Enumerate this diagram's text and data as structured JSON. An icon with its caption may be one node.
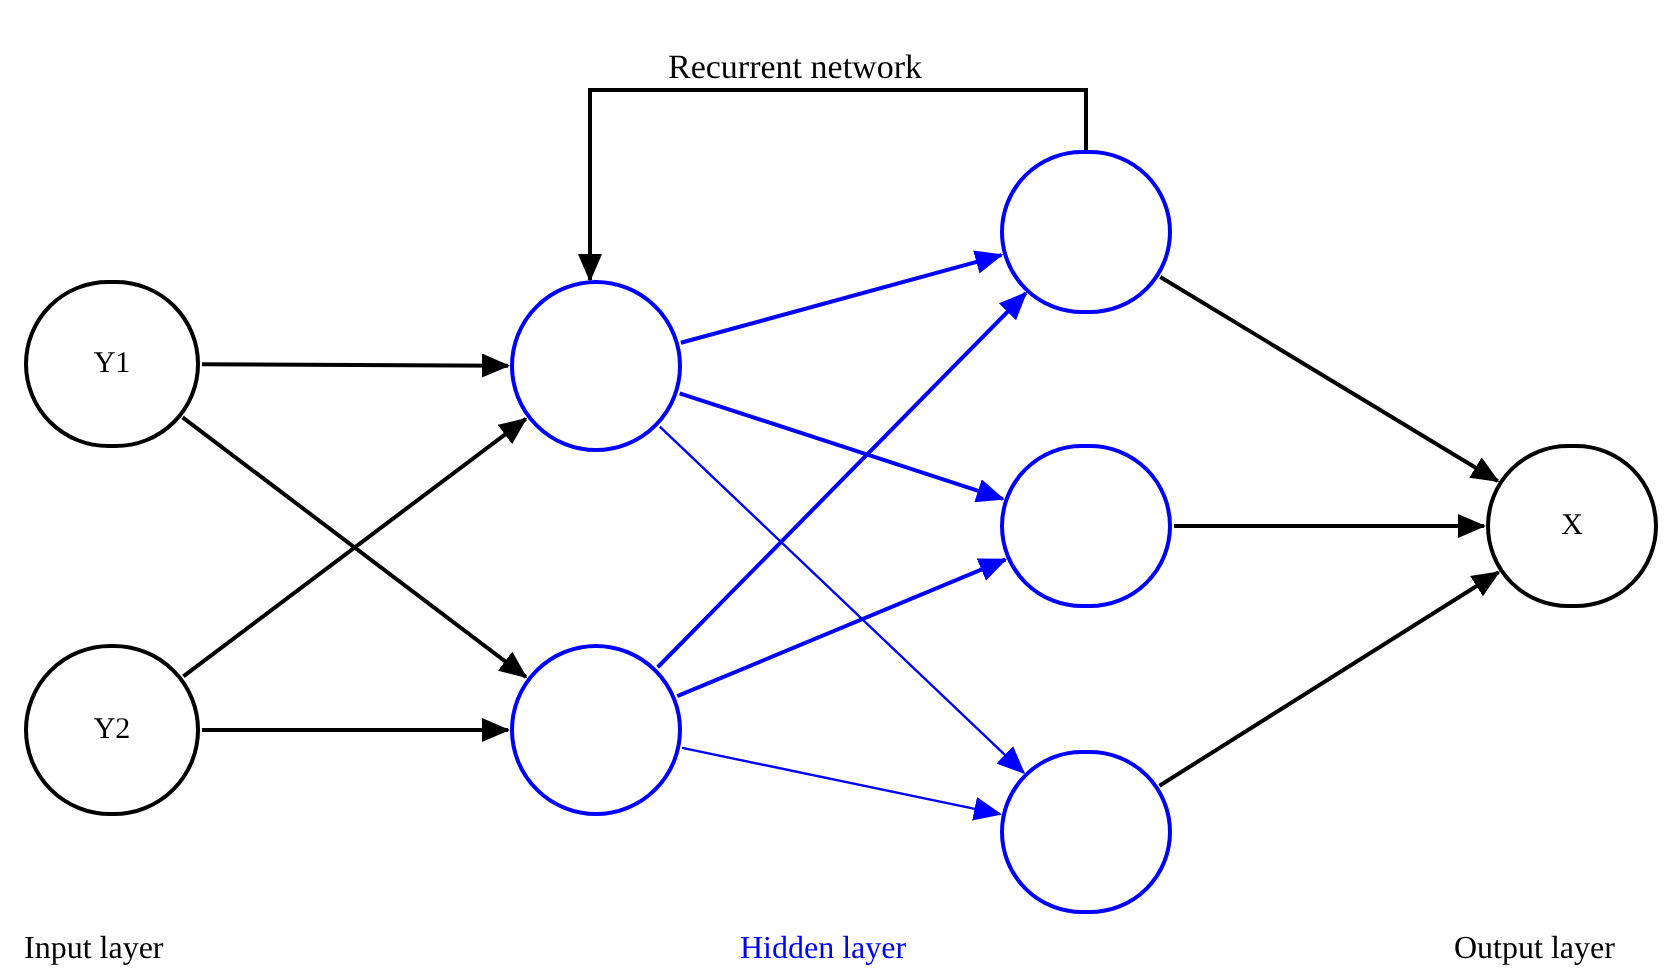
{
  "diagram": {
    "nodes": [
      {
        "text": [
          "Y1"
        ]
      },
      {
        "text": [
          "Y2"
        ]
      },
      {
        "text": [],
        "shape": "circle"
      },
      {
        "text": [],
        "shape": "circle"
      },
      {
        "text": [],
        "shape": "circle"
      },
      {
        "text": [],
        "shape": "circle"
      },
      {
        "text": [],
        "shape": "circle"
      },
      {
        "text": [
          "X"
        ]
      }
    ],
    "edges": [
      {
        "from": 0,
        "to": 2,
        "arrow": "to"
      },
      {
        "from": 0,
        "to": 3,
        "arrow": "to"
      },
      {
        "from": 1,
        "to": 2,
        "arrow": "to"
      },
      {
        "from": 1,
        "to": 3,
        "arrow": "to"
      },
      {
        "from": 2,
        "to": 4,
        "arrow": "to",
        "color": "#0000ff"
      },
      {
        "from": 2,
        "to": 5,
        "arrow": "to",
        "color": "#0000ff"
      },
      {
        "from": 2,
        "to": 6,
        "arrow": "to",
        "color": "#0000ff"
      },
      {
        "from": 3,
        "to": 4,
        "arrow": "to",
        "color": "#0000ff"
      },
      {
        "from": 3,
        "to": 5,
        "arrow": "to",
        "color": "#0000ff"
      },
      {
        "from": 3,
        "to": 6,
        "arrow": "to",
        "color": "#0000ff"
      },
      {
        "from": 4,
        "to": 7,
        "arrow": "to"
      },
      {
        "from": 5,
        "to": 7,
        "arrow": "to"
      },
      {
        "from": 6,
        "to": 7,
        "arrow": "to"
      },
      {
        "from": 4,
        "to": 2,
        "arrow": "to",
        "label": "Recurrent network"
      }
    ],
    "labels": [
      "Input layer",
      "Hidden layer",
      "Output layer"
    ]
  }
}
